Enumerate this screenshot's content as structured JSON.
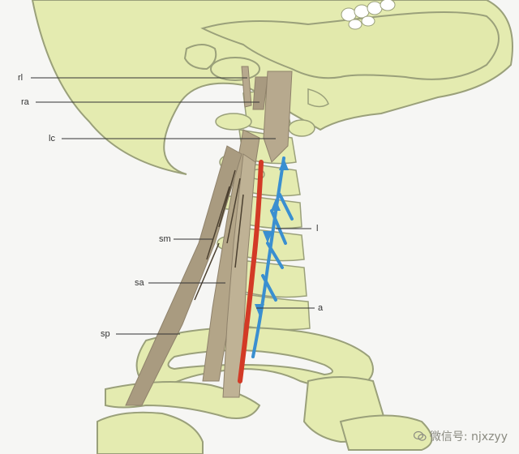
{
  "labels": {
    "rl": "rl",
    "ra": "ra",
    "lc": "lc",
    "sm": "sm",
    "sa": "sa",
    "sp": "sp",
    "l": "l",
    "a": "a"
  },
  "watermark": {
    "text": "微信号: njxzyy"
  },
  "colors": {
    "bone": "#e4ebb0",
    "bone_outline": "#9aa07a",
    "muscle": "#b7a98e",
    "muscle_dark": "#8f826b",
    "artery": "#d33a26",
    "ligament": "#3a8fd0",
    "background": "#f6f6f4"
  }
}
